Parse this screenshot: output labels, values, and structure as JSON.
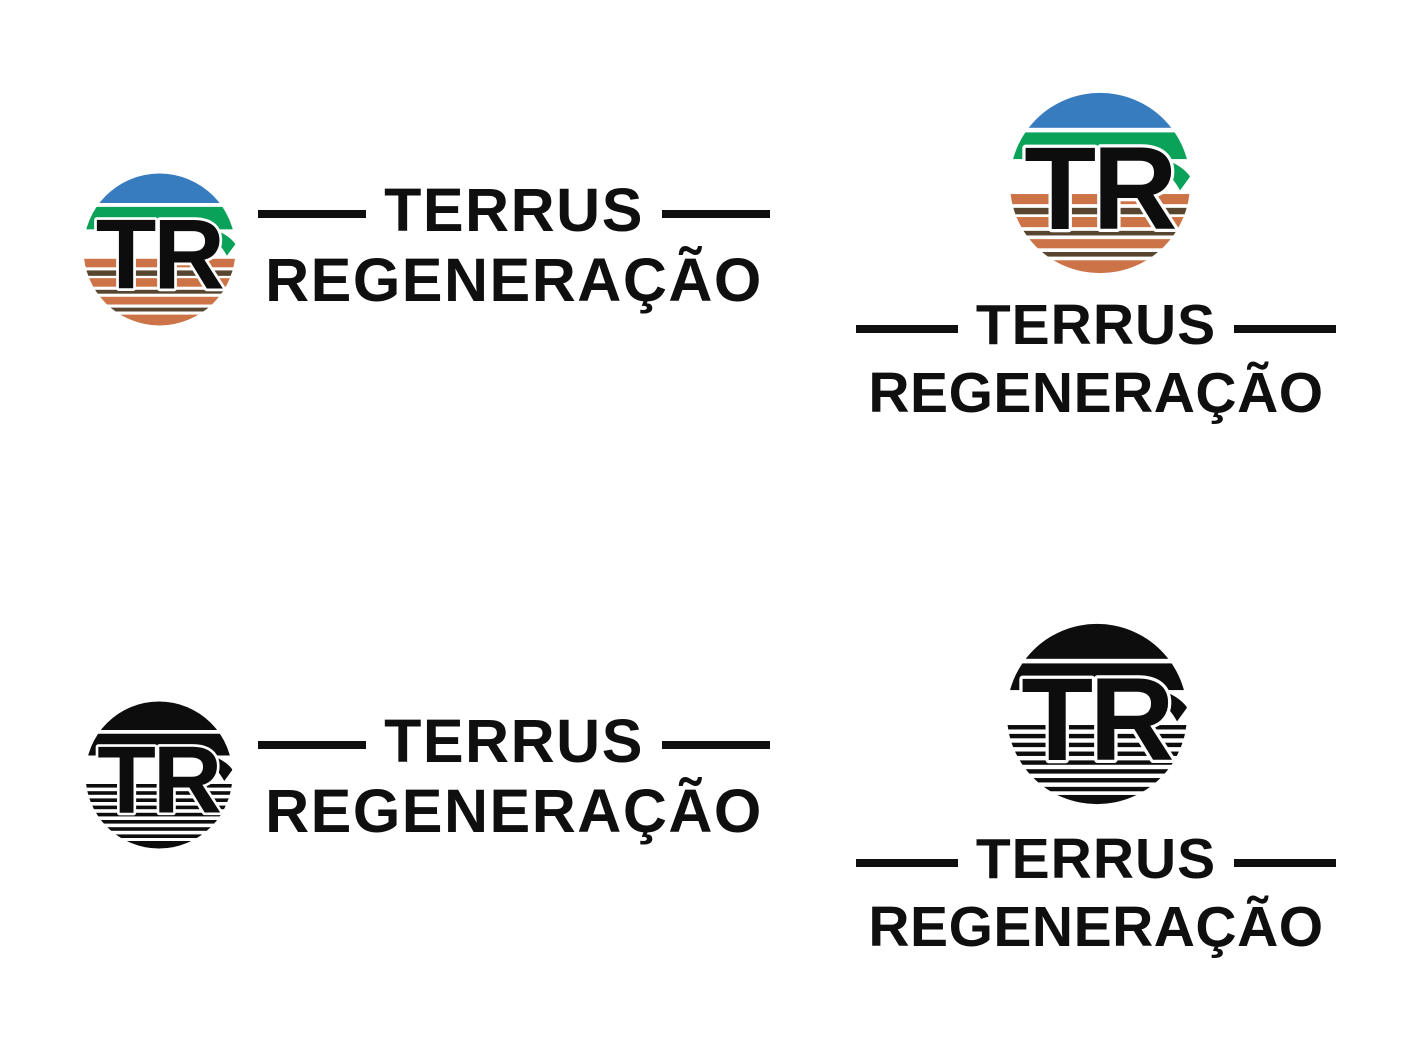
{
  "brand": {
    "monogram": "TR",
    "name_line1": "TERRUS",
    "name_line2": "REGENERAÇÃO"
  },
  "colors": {
    "sky": "#377cbe",
    "leaf": "#0aa259",
    "soil": "#cc7347",
    "earth": "#574530",
    "ink": "#0d0d0d",
    "text": "#0f0f0f",
    "background": "#ffffff"
  },
  "lockups": [
    {
      "id": "color-horizontal",
      "palette": "full-color",
      "orientation": "horizontal"
    },
    {
      "id": "color-stacked",
      "palette": "full-color",
      "orientation": "stacked"
    },
    {
      "id": "mono-horizontal",
      "palette": "black",
      "orientation": "horizontal"
    },
    {
      "id": "mono-stacked",
      "palette": "black",
      "orientation": "stacked"
    }
  ]
}
